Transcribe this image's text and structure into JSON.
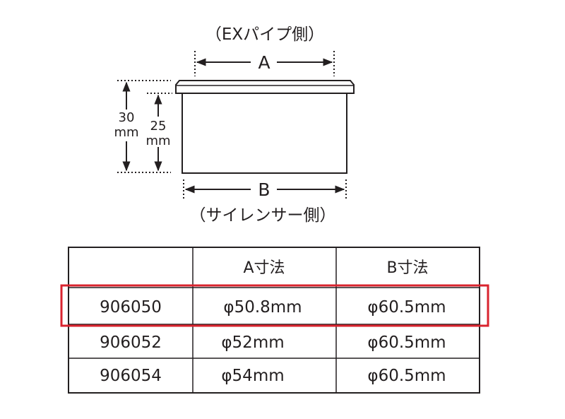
{
  "diagram": {
    "top_caption": "（EXパイプ側）",
    "label_a": "A",
    "label_b": "B",
    "bottom_caption": "（サイレンサー側）",
    "dim_outer_value": "30",
    "dim_outer_unit": "mm",
    "dim_inner_value": "25",
    "dim_inner_unit": "mm"
  },
  "table": {
    "headers": [
      "",
      "A寸法",
      "B寸法"
    ],
    "rows": [
      {
        "part": "906050",
        "a": "φ50.8mm",
        "b": "φ60.5mm",
        "highlighted": true
      },
      {
        "part": "906052",
        "a": "φ52mm",
        "b": "φ60.5mm",
        "highlighted": false
      },
      {
        "part": "906054",
        "a": "φ54mm",
        "b": "φ60.5mm",
        "highlighted": false
      }
    ],
    "highlight_color": "#d9232e"
  }
}
